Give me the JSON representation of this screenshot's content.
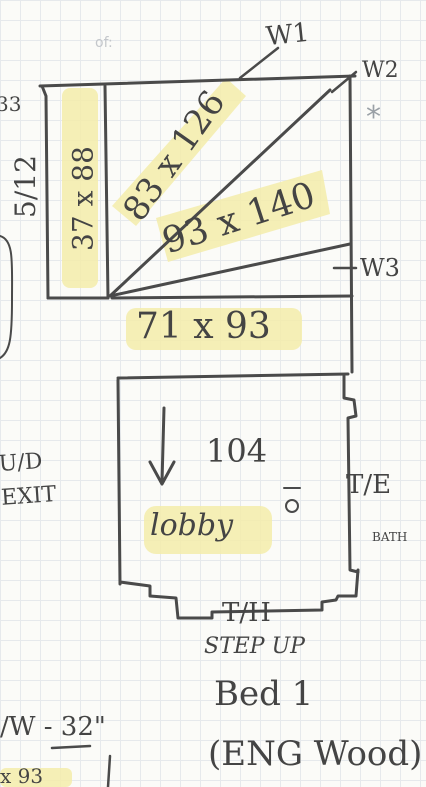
{
  "header": {
    "faint_label": "of:"
  },
  "labels": {
    "w1": "W1",
    "w2": "W2",
    "w3": "W3",
    "asterisk": "*",
    "left_number": "33",
    "left_fraction": "5/12",
    "closet_left": "37 x 88",
    "diag_top": "83 x 126",
    "diag_mid": "93 x 140",
    "bottom_rect": "71 x 93",
    "room_number": "104",
    "room_name": "lobby",
    "ud_exit": "U/D\nEXIT",
    "thermostat": "T/E",
    "bath": "BATH",
    "threshold": "T/H",
    "step_up": "STEP UP",
    "bed": "Bed 1",
    "material": "(ENG Wood)",
    "bottom_left": "/W - 32\"",
    "bottom_left_2": "x 93"
  },
  "colors": {
    "ink": "#4a4a4a",
    "highlight": "#f3ecaa"
  }
}
